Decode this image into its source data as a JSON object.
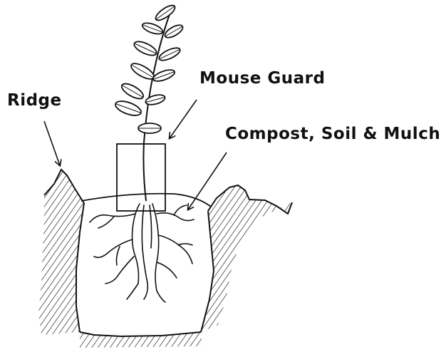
{
  "labels": {
    "ridge": "Ridge",
    "mouse_guard": "Mouse Guard",
    "compost_soil_mulch": "Compost, Soil & Mulch"
  },
  "colors": {
    "ink": "#111111",
    "background": "#ffffff"
  }
}
